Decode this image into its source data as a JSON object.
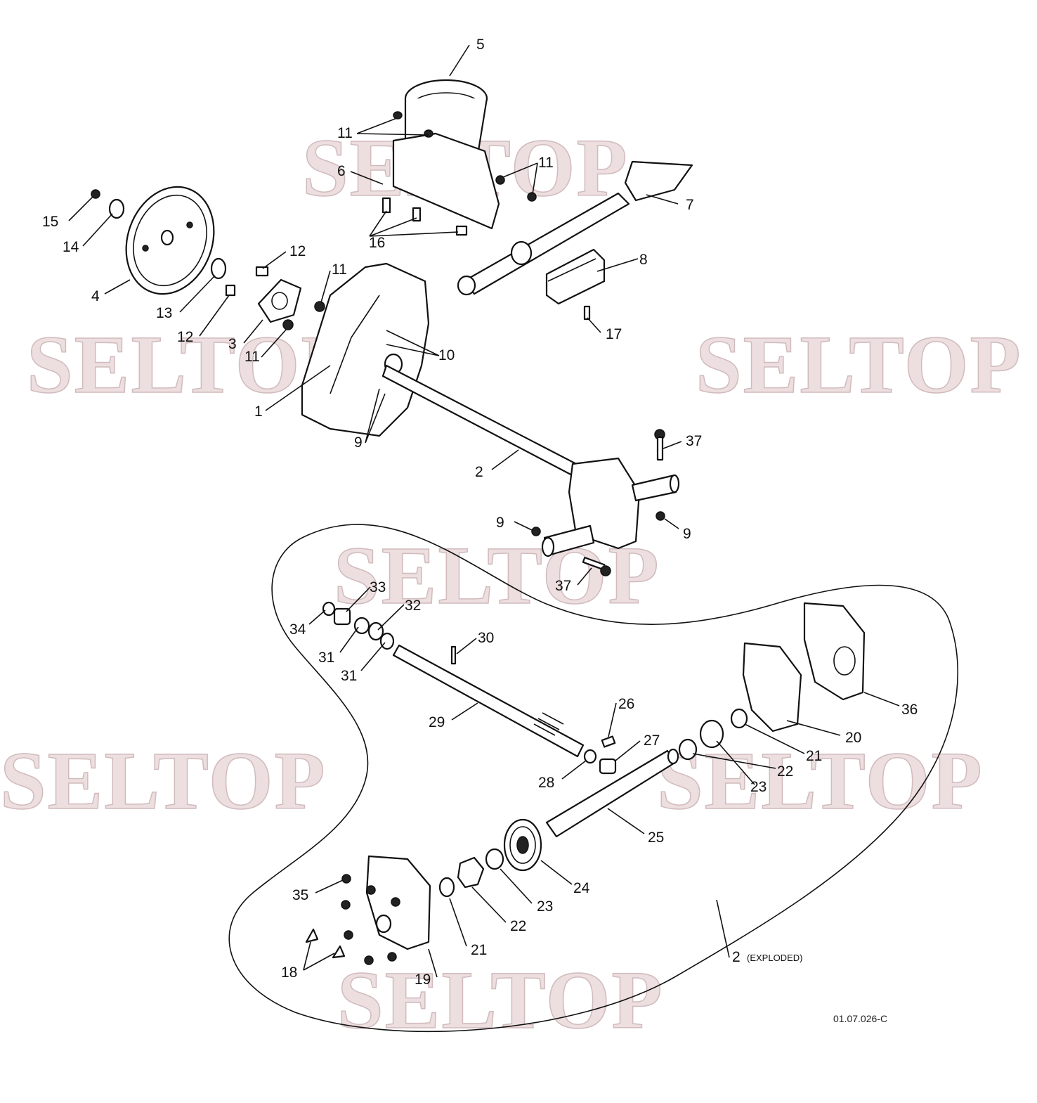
{
  "diagram": {
    "watermark_text": "SELTOP",
    "drawing_code": "01.07.026-C",
    "exploded_label": {
      "number": "2",
      "note": "(EXPLODED)"
    },
    "callouts": {
      "c1": "1",
      "c2": "2",
      "c3": "3",
      "c4": "4",
      "c5": "5",
      "c6": "6",
      "c7": "7",
      "c8": "8",
      "c9a": "9",
      "c9b": "9",
      "c9c": "9",
      "c10": "10",
      "c11a": "11",
      "c11b": "11",
      "c11c": "11",
      "c11d": "11",
      "c12a": "12",
      "c12b": "12",
      "c13": "13",
      "c14": "14",
      "c15": "15",
      "c16": "16",
      "c17": "17",
      "c18": "18",
      "c19": "19",
      "c20": "20",
      "c21a": "21",
      "c21b": "21",
      "c22a": "22",
      "c22b": "22",
      "c23a": "23",
      "c23b": "23",
      "c24": "24",
      "c25": "25",
      "c26": "26",
      "c27": "27",
      "c28": "28",
      "c29": "29",
      "c30": "30",
      "c31a": "31",
      "c31b": "31",
      "c32": "32",
      "c33": "33",
      "c34": "34",
      "c35": "35",
      "c36": "36",
      "c37a": "37",
      "c37b": "37"
    }
  }
}
